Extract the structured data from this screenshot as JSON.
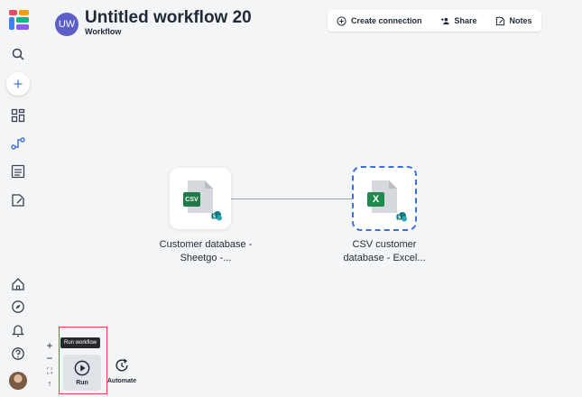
{
  "workflow": {
    "avatar_initials": "UW",
    "title": "Untitled workflow 20",
    "subtitle": "Workflow"
  },
  "toolbar": {
    "create_connection": "Create connection",
    "share": "Share",
    "notes": "Notes"
  },
  "sidebar": {
    "items": [
      "search-icon",
      "plus-icon",
      "dashboard-icon",
      "workflow-icon",
      "list-icon",
      "form-icon",
      "home-icon",
      "compass-icon",
      "bell-icon",
      "help-icon",
      "user-avatar"
    ]
  },
  "nodes": [
    {
      "badge": "CSV",
      "badge_color": "#1f7a45",
      "label_line1": "Customer database -",
      "label_line2": "Sheetgo -..."
    },
    {
      "badge": "X",
      "badge_color": "#1f8a4c",
      "label_line1": "CSV customer",
      "label_line2": "database - Excel..."
    }
  ],
  "controls": {
    "zoom_in": "+",
    "zoom_out": "−",
    "fit": "⛶",
    "up": "↑",
    "tooltip": "Run workflow",
    "run_label": "Run",
    "automate_label": "Automate"
  },
  "colors": {
    "accent": "#5b5fc7",
    "selection": "#3b6fdd",
    "highlight": "#e04646"
  }
}
